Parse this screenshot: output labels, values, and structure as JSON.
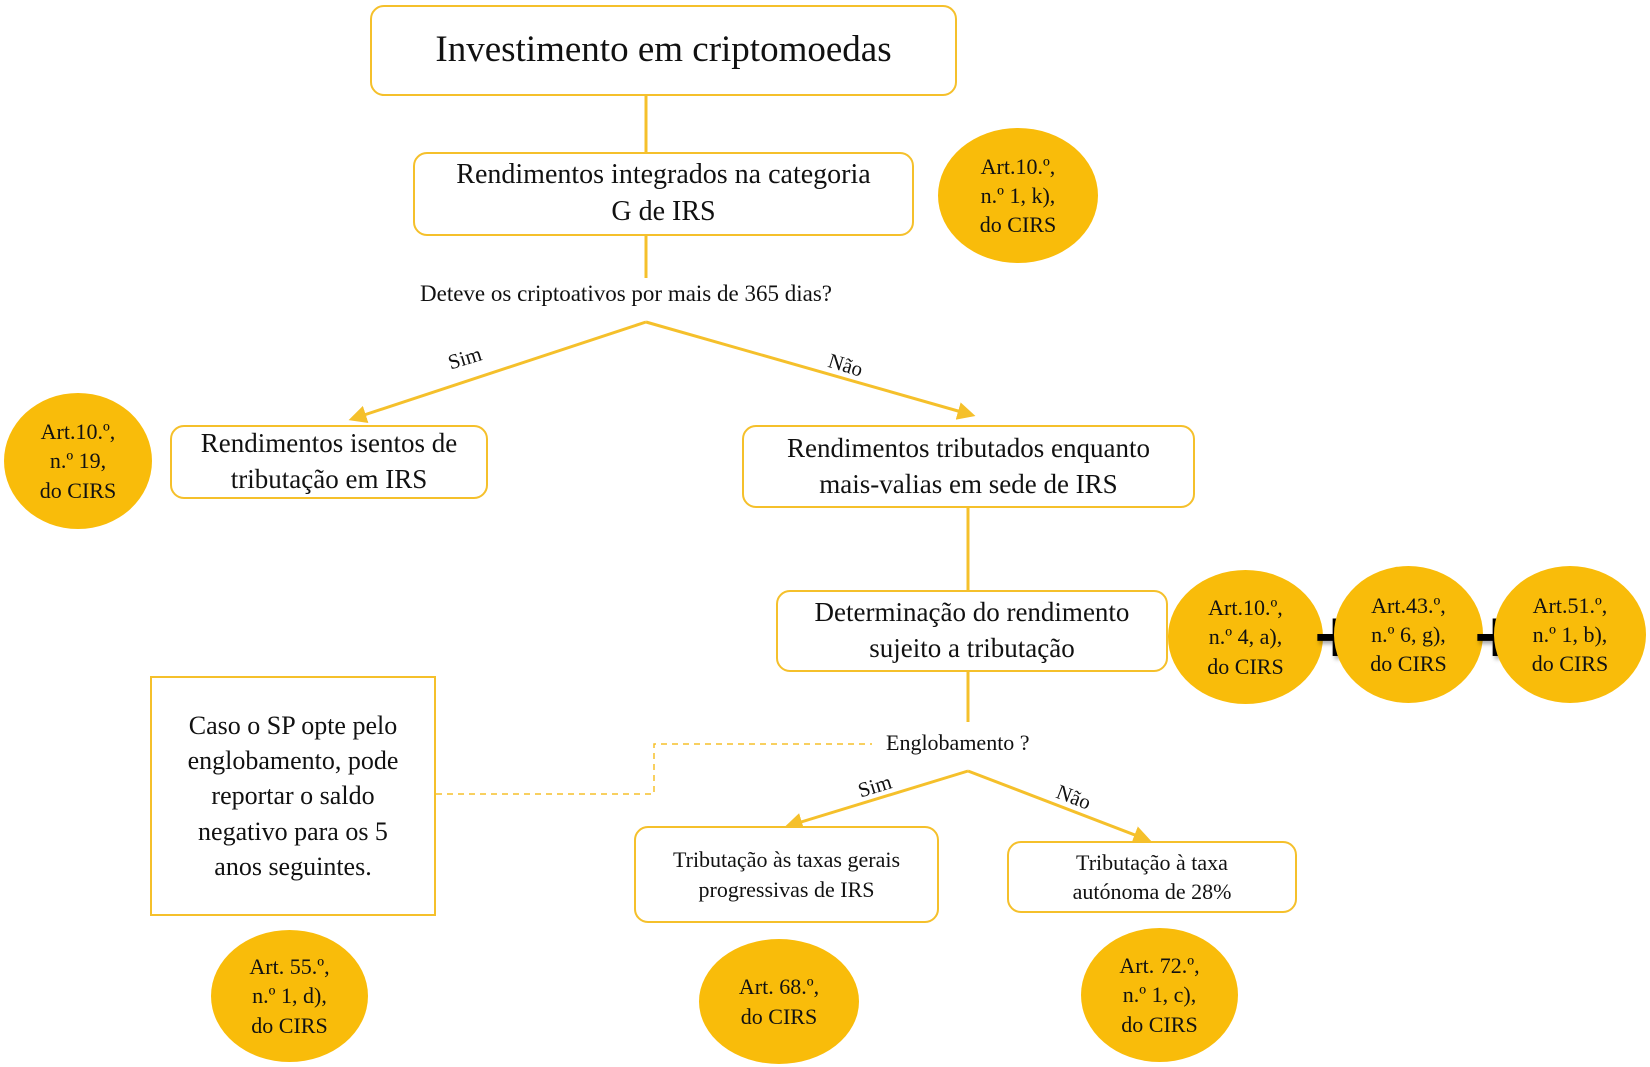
{
  "title": "Investimento em criptomoedas",
  "category_g": [
    "Rendimentos integrados na categoria",
    "G de IRS"
  ],
  "question_1": "Deteve os criptoativos por mais de 365 dias?",
  "sim": "Sim",
  "nao": "Não",
  "exempt": [
    "Rendimentos isentos de",
    "tributação em IRS"
  ],
  "capital_gains": [
    "Rendimentos tributados enquanto",
    "mais-valias em sede de IRS"
  ],
  "determination": [
    "Determinação do rendimento",
    "sujeito a tributação"
  ],
  "question_2": "Englobamento ?",
  "note": [
    "Caso o SP opte pelo",
    "englobamento, pode",
    "reportar o saldo",
    "negativo para os 5",
    "anos seguintes."
  ],
  "progressive": [
    "Tributação às taxas gerais",
    "progressivas de IRS"
  ],
  "autonomous": [
    "Tributação à taxa",
    "autónoma de 28%"
  ],
  "plus_symbol": "+",
  "refs": {
    "art10_1k": [
      "Art.10.º,",
      "n.º 1, k),",
      "do CIRS"
    ],
    "art10_19": [
      "Art.10.º,",
      "n.º 19,",
      "do CIRS"
    ],
    "art10_4a": [
      "Art.10.º,",
      "n.º 4, a),",
      "do CIRS"
    ],
    "art43_6g": [
      "Art.43.º,",
      "n.º 6, g),",
      "do CIRS"
    ],
    "art51_1b": [
      "Art.51.º,",
      "n.º 1, b),",
      "do CIRS"
    ],
    "art55_1d": [
      "Art. 55.º,",
      "n.º 1, d),",
      "do CIRS"
    ],
    "art68": [
      "Art. 68.º,",
      "do CIRS"
    ],
    "art72_1c": [
      "Art. 72.º,",
      "n.º 1, c),",
      "do CIRS"
    ]
  },
  "colors": {
    "accent": "#F5C02B",
    "circle_fill": "#F9BC0A",
    "text": "#111111"
  }
}
